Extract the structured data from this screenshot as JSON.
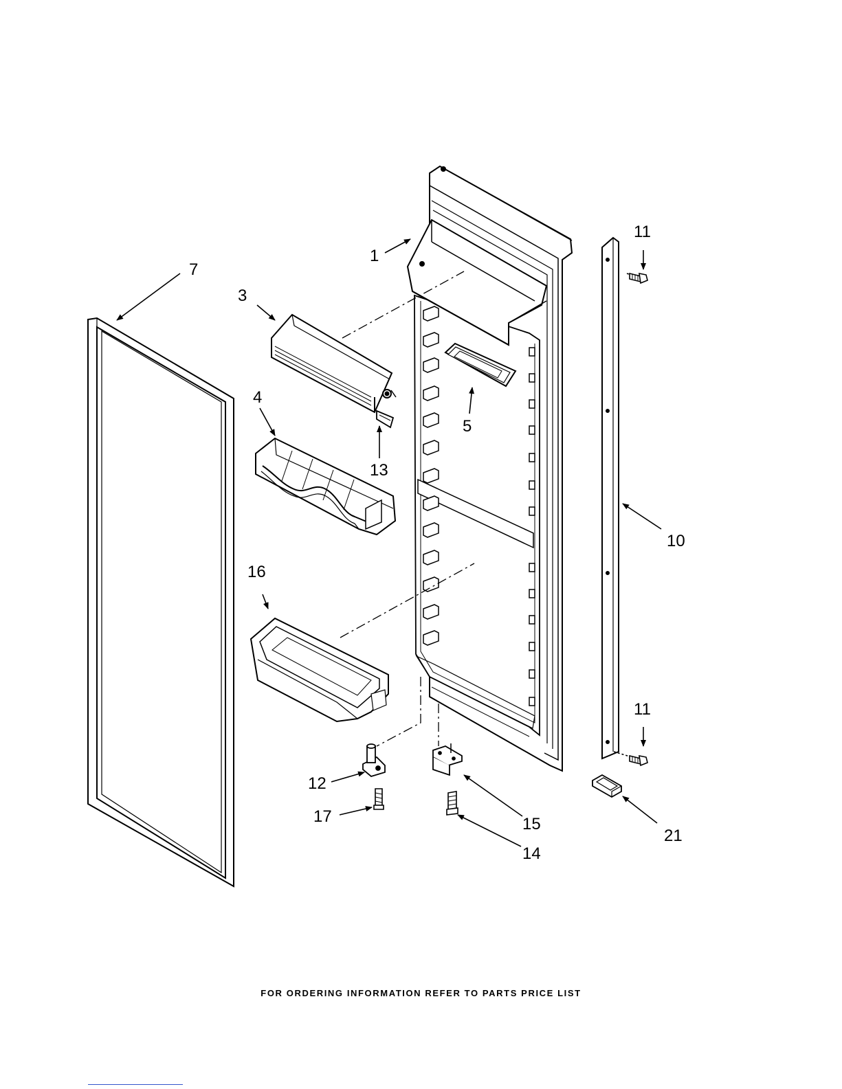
{
  "footer": "FOR ORDERING INFORMATION REFER TO PARTS PRICE LIST",
  "callouts": {
    "c1": "1",
    "c3": "3",
    "c4": "4",
    "c5": "5",
    "c7": "7",
    "c10": "10",
    "c11a": "11",
    "c11b": "11",
    "c12": "12",
    "c13": "13",
    "c14": "14",
    "c15": "15",
    "c16": "16",
    "c17": "17",
    "c21": "21"
  }
}
